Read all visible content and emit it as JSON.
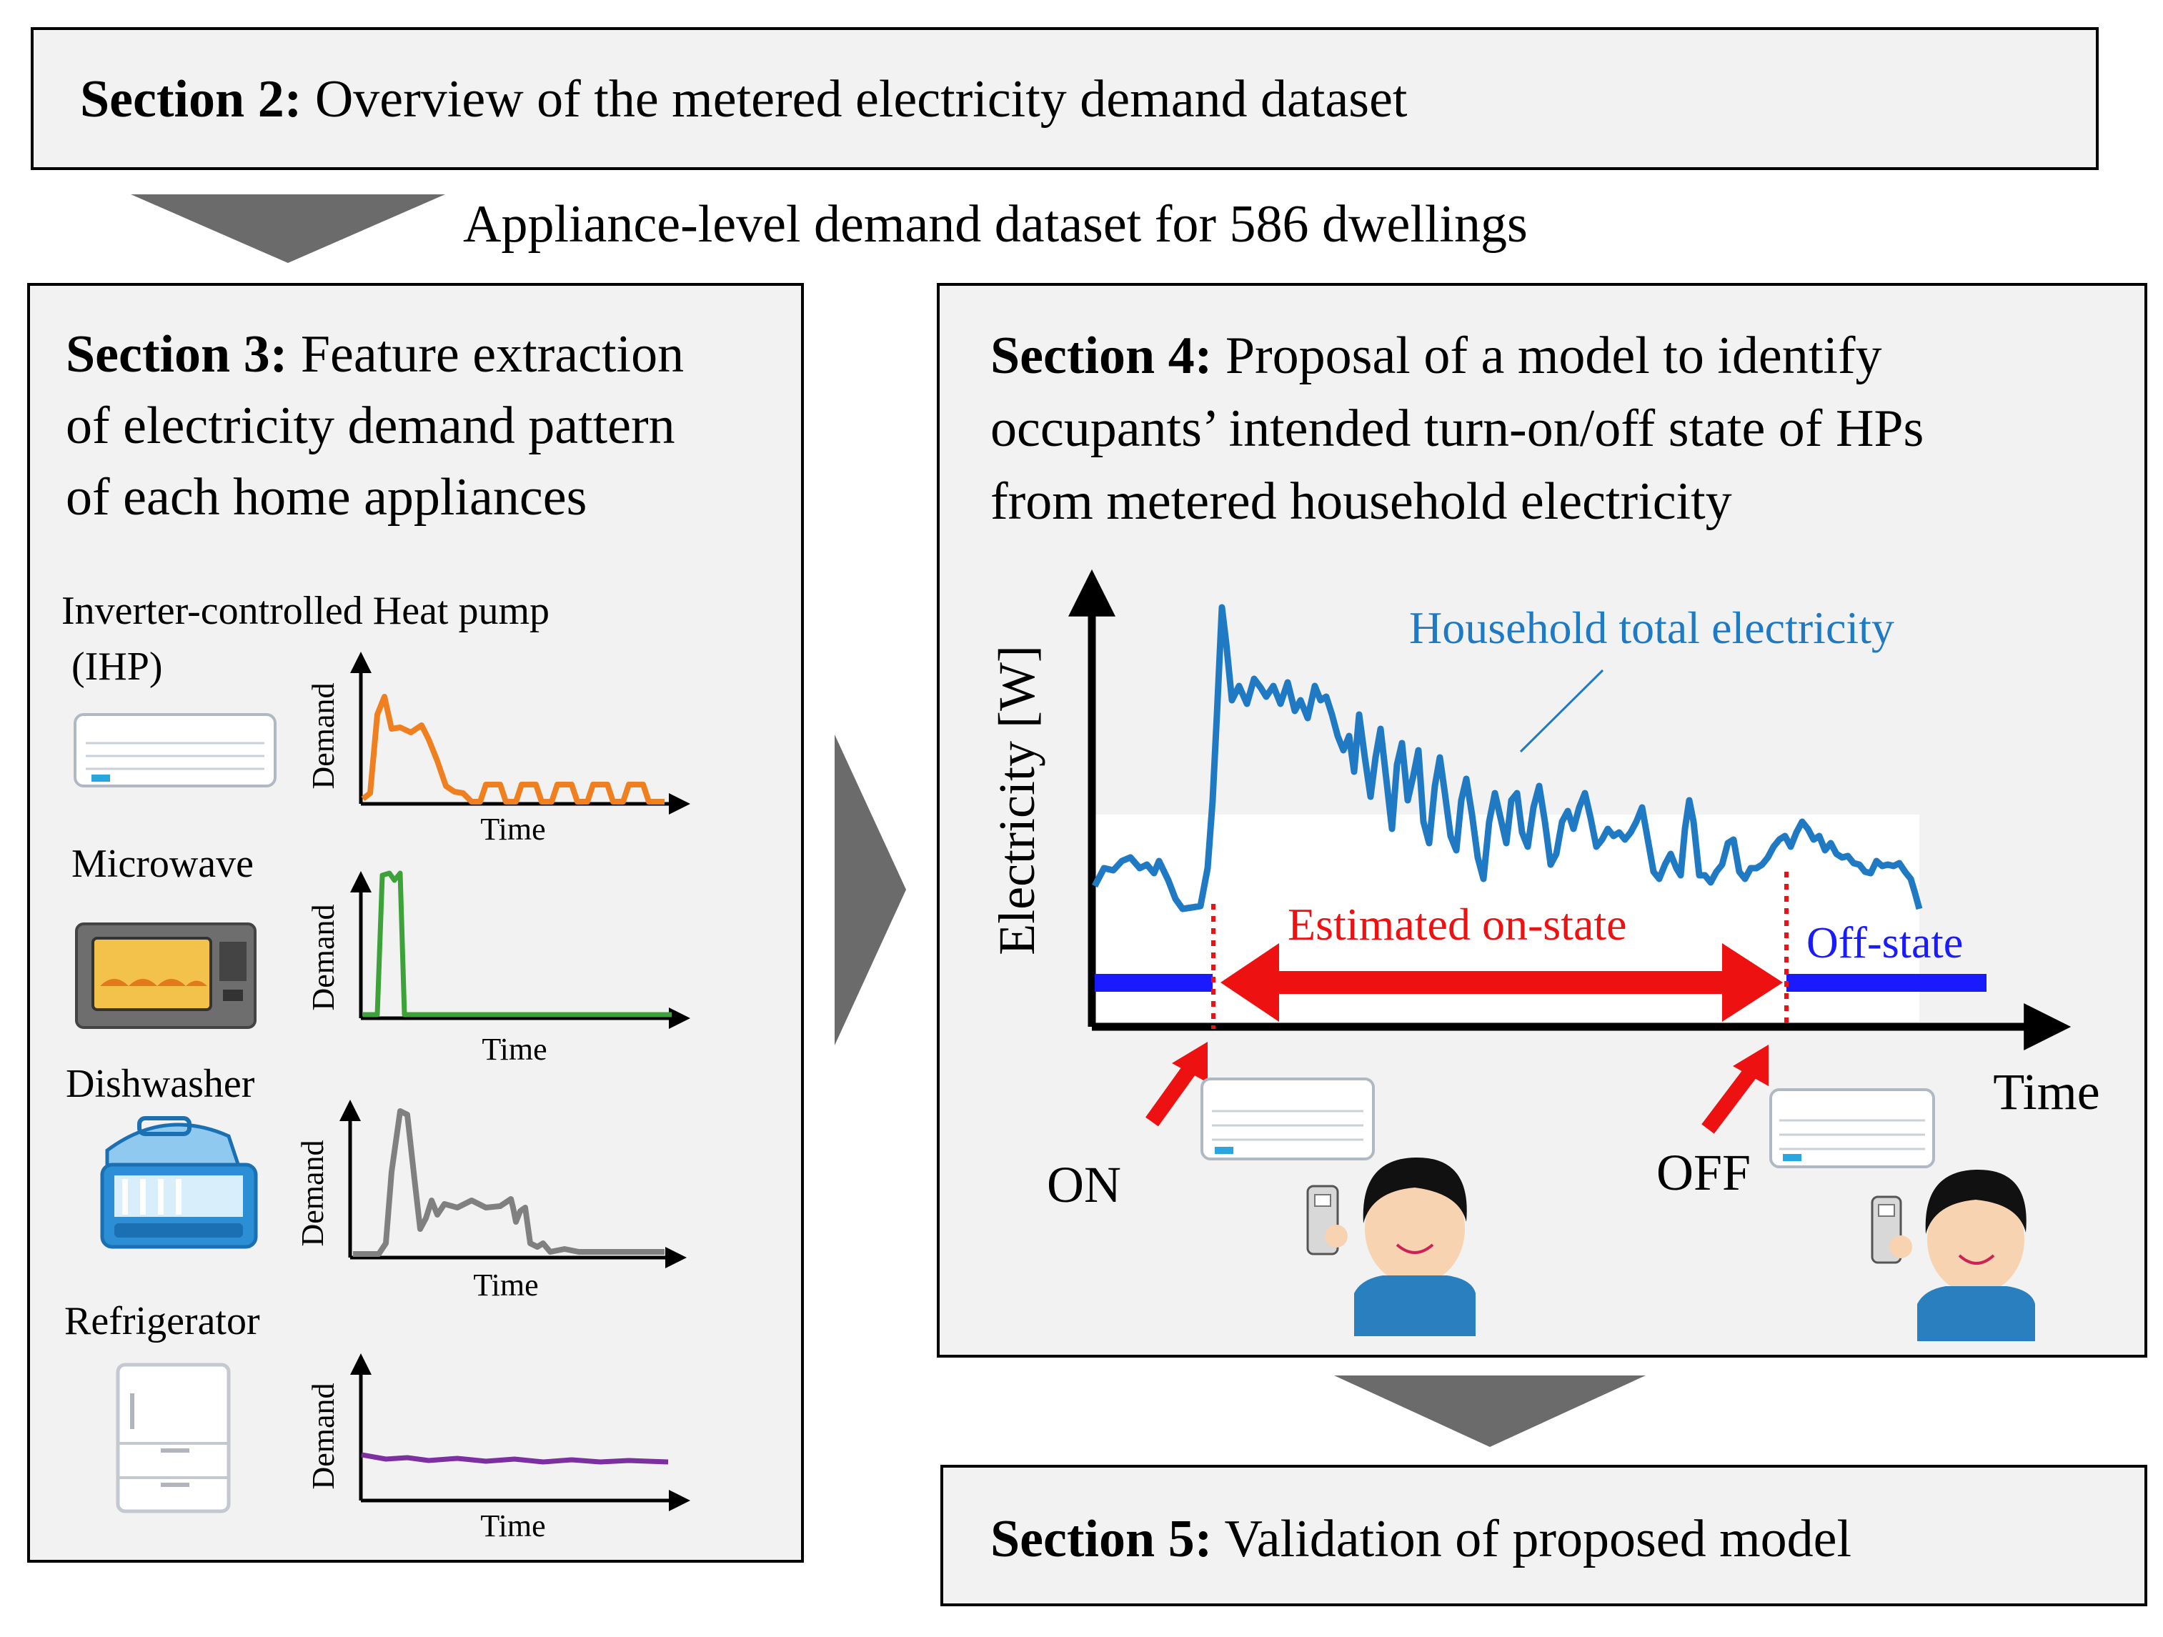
{
  "section2": {
    "label": "Section 2:",
    "text": " Overview of the metered electricity demand dataset"
  },
  "dataset_caption": "Appliance-level demand dataset for 586 dwellings",
  "section3": {
    "label": "Section 3:",
    "lines": [
      " Feature extraction",
      "of electricity demand pattern",
      "of each home appliances"
    ]
  },
  "appliances": [
    {
      "name_lines": [
        "Inverter-controlled  Heat pump",
        "(IHP)"
      ],
      "icon": "air-conditioner-icon",
      "color": "#f07f20",
      "ylabel": "Demand",
      "xlabel": "Time"
    },
    {
      "name_lines": [
        "Microwave"
      ],
      "icon": "microwave-icon",
      "color": "#3da23a",
      "ylabel": "Demand",
      "xlabel": "Time"
    },
    {
      "name_lines": [
        "Dishwasher"
      ],
      "icon": "dishwasher-icon",
      "color": "#808080",
      "ylabel": "Demand",
      "xlabel": "Time"
    },
    {
      "name_lines": [
        "Refrigerator"
      ],
      "icon": "refrigerator-icon",
      "color": "#7b2fa0",
      "ylabel": "Demand",
      "xlabel": "Time"
    }
  ],
  "section4": {
    "label": "Section 4:",
    "lines": [
      " Proposal of a model to identify",
      "occupants’ intended turn-on/off state of HPs",
      "from metered household electricity"
    ]
  },
  "chart": {
    "ylabel": "Electricity [W]",
    "xlabel": "Time",
    "series_label": "Household total electricity",
    "on_state_label": "Estimated  on-state",
    "off_state_label": "Off-state",
    "on_label": "ON",
    "off_label": "OFF"
  },
  "section5": {
    "label": "Section 5:",
    "text": " Validation of proposed model"
  },
  "colors": {
    "series": "#1f7ac3",
    "on_state": "#ee1111",
    "off_state": "#1a1aff",
    "arrow_fill": "#6b6b6b",
    "panel_bg": "#f2f2f2"
  }
}
